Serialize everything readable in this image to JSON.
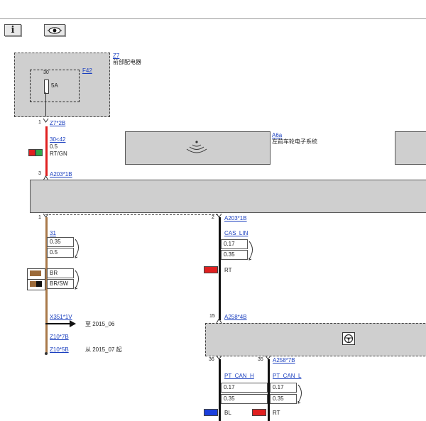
{
  "toolbar": {
    "info_icon": "info-icon",
    "view_icon": "eye-icon"
  },
  "fuse_box": {
    "name_link": "Z7",
    "name_text": "前部配电器",
    "fuse_link": "F42",
    "fuse_pin": "30",
    "fuse_rating": "5A"
  },
  "wire1": {
    "pin": "1",
    "connector_link": "Z7*2B",
    "signal_link": "30<42",
    "size": "0.5",
    "color_label": "RT/GN",
    "swatch_colors": [
      "#e02020",
      "#2ea84a"
    ]
  },
  "wheel_module": {
    "link": "A6a",
    "text": "左前车轮电子系统",
    "icon": "wifi-signal-icon"
  },
  "bar_connector": {
    "pin": "3",
    "link": "A203*1B"
  },
  "left_branch": {
    "pin": "1",
    "signal_link": "31",
    "size_a": "0.35",
    "size_b": "0.5",
    "color_a": "BR",
    "color_b": "BR/SW",
    "swatch_a": "#9b6a3a",
    "swatch_b": [
      "#9b6a3a",
      "#111111"
    ],
    "connector1_link": "X351*1V",
    "connector1_note": "至 2015_06",
    "connector2_link": "Z10*7B",
    "connector3_link": "Z10*5B",
    "connector3_note": "从 2015_07 起"
  },
  "right_branch": {
    "pin": "2",
    "link": "A203*1B",
    "signal_link": "CAS_LIN",
    "size_a": "0.17",
    "size_b": "0.35",
    "color": "RT",
    "swatch": "#e02020"
  },
  "lower_connector": {
    "pin": "15",
    "link": "A258*4B",
    "icon": "steering-wheel-icon"
  },
  "bottom": {
    "pin_left": "36",
    "pin_right": "35",
    "link": "A258*7B",
    "h_link": "PT_CAN_H",
    "l_link": "PT_CAN_L",
    "h_size_a": "0.17",
    "h_size_b": "0.35",
    "l_size_a": "0.17",
    "l_size_b": "0.35",
    "h_color": "BL",
    "l_color": "RT",
    "h_swatch": "#1a3fdc",
    "l_swatch": "#e02020"
  }
}
